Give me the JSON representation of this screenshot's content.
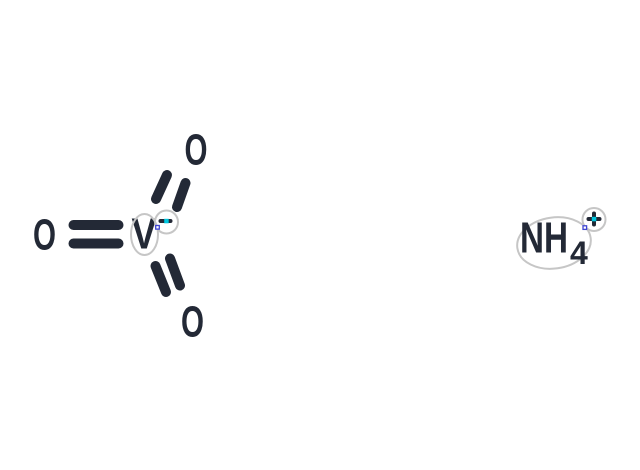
{
  "colors": {
    "ink": "#232936",
    "ring": "#c6c6c6",
    "handle": "#00c8e0",
    "anchor": "#3f45d2",
    "background": "#ffffff"
  },
  "molecule": {
    "vanadate": {
      "vanadium_label": "V",
      "oxygen_left_label": "O",
      "oxygen_top_label": "O",
      "oxygen_bottom_label": "O",
      "charge": "-"
    },
    "ammonium": {
      "group_label": "NH",
      "subscript": "4",
      "charge": "+"
    }
  }
}
